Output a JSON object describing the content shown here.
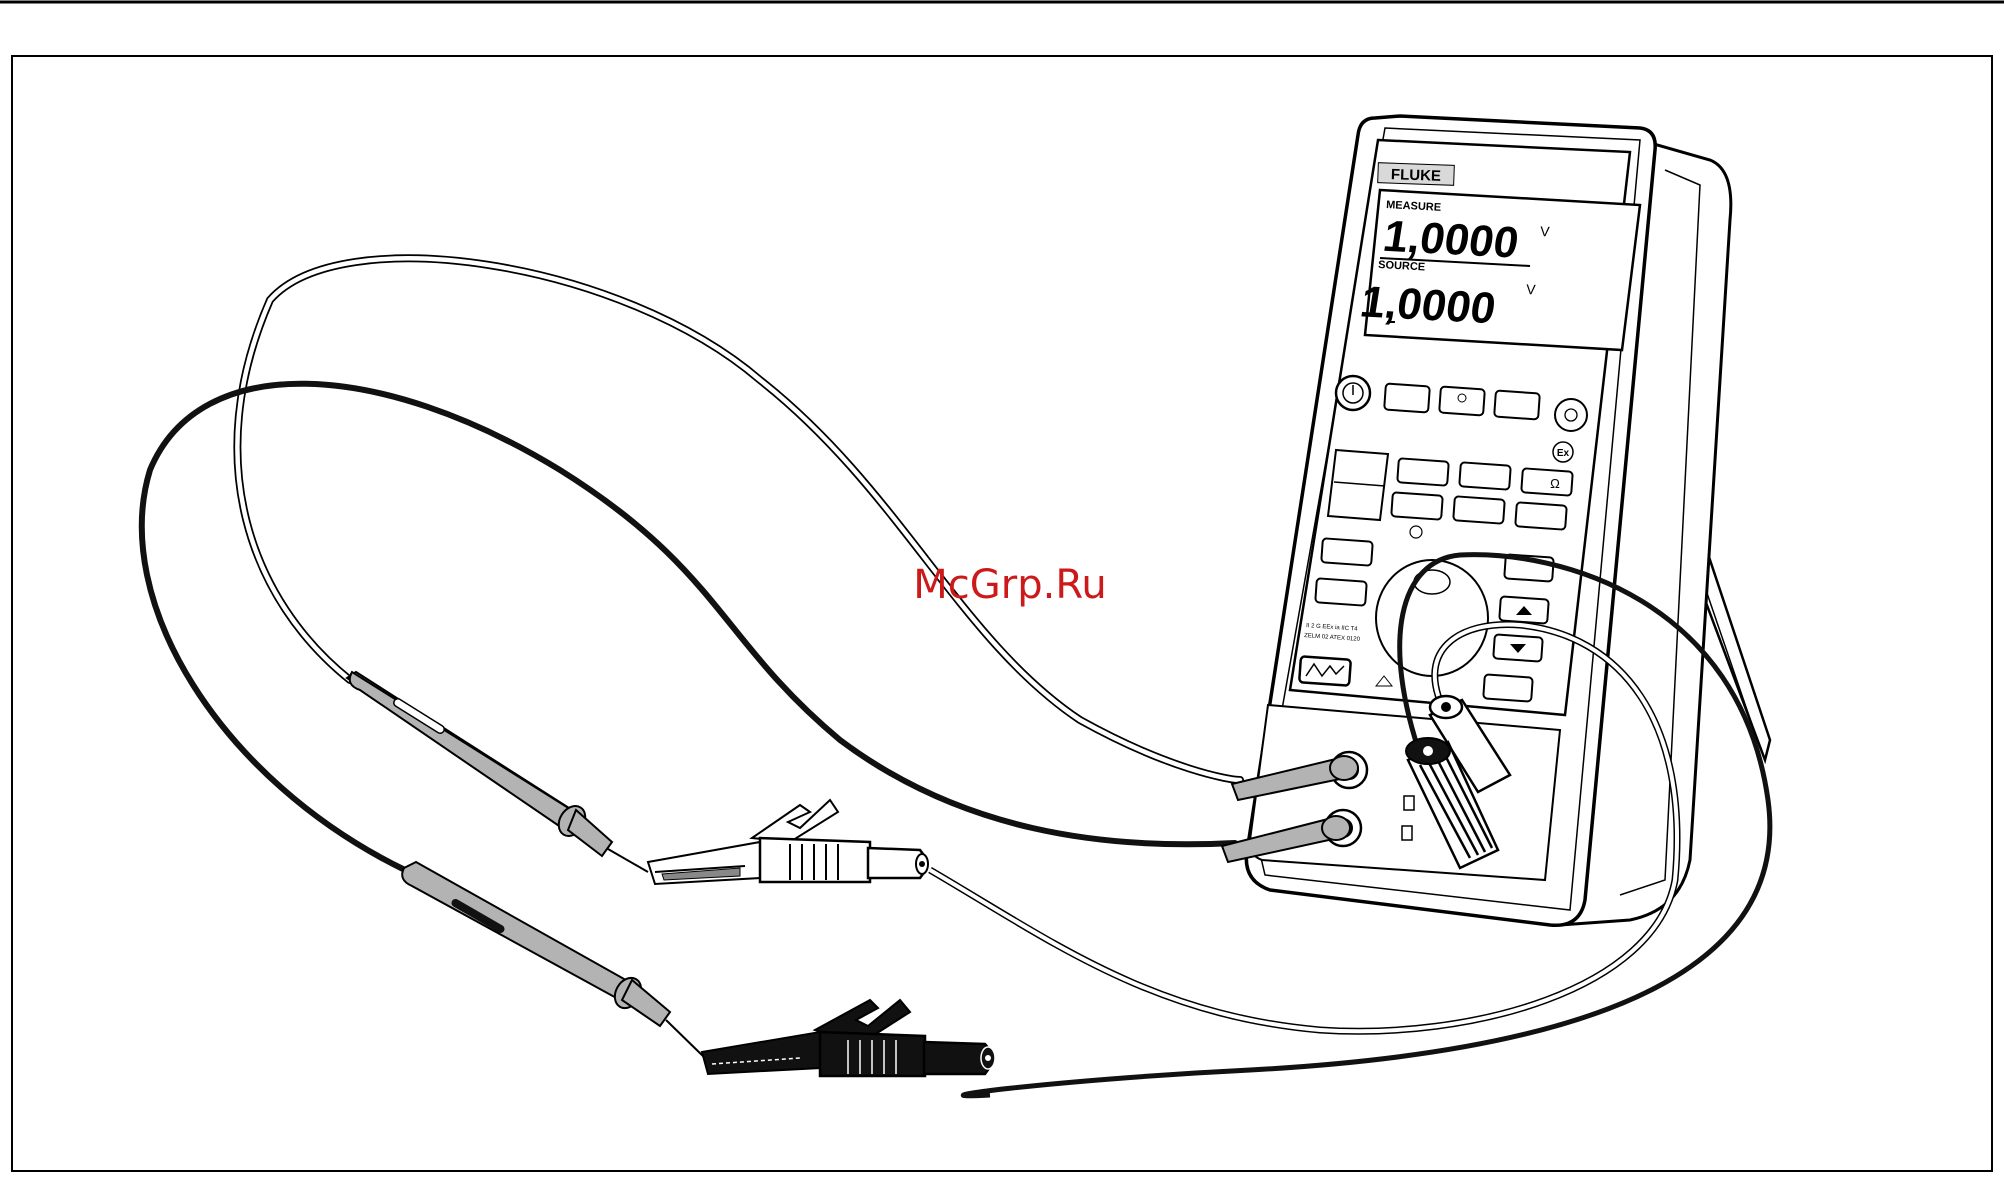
{
  "device": {
    "brand": "FLUKE",
    "measure_label": "MEASURE",
    "measure_value": "1,0000",
    "measure_unit": "V",
    "source_label": "SOURCE",
    "source_value": "1,0000",
    "source_unit": "V",
    "ohm_key": "Ω",
    "ex_mark": "Ex",
    "cert_text_1": "II 2 G EEx ia IIC T4",
    "cert_text_2": "ZELM 02 ATEX 0120"
  },
  "watermark": {
    "text": "McGrp.Ru",
    "color": "#cc1a1a"
  },
  "colors": {
    "probe_grey": "#b3b3b3",
    "lead_black": "#111111",
    "lead_white": "#ffffff"
  }
}
